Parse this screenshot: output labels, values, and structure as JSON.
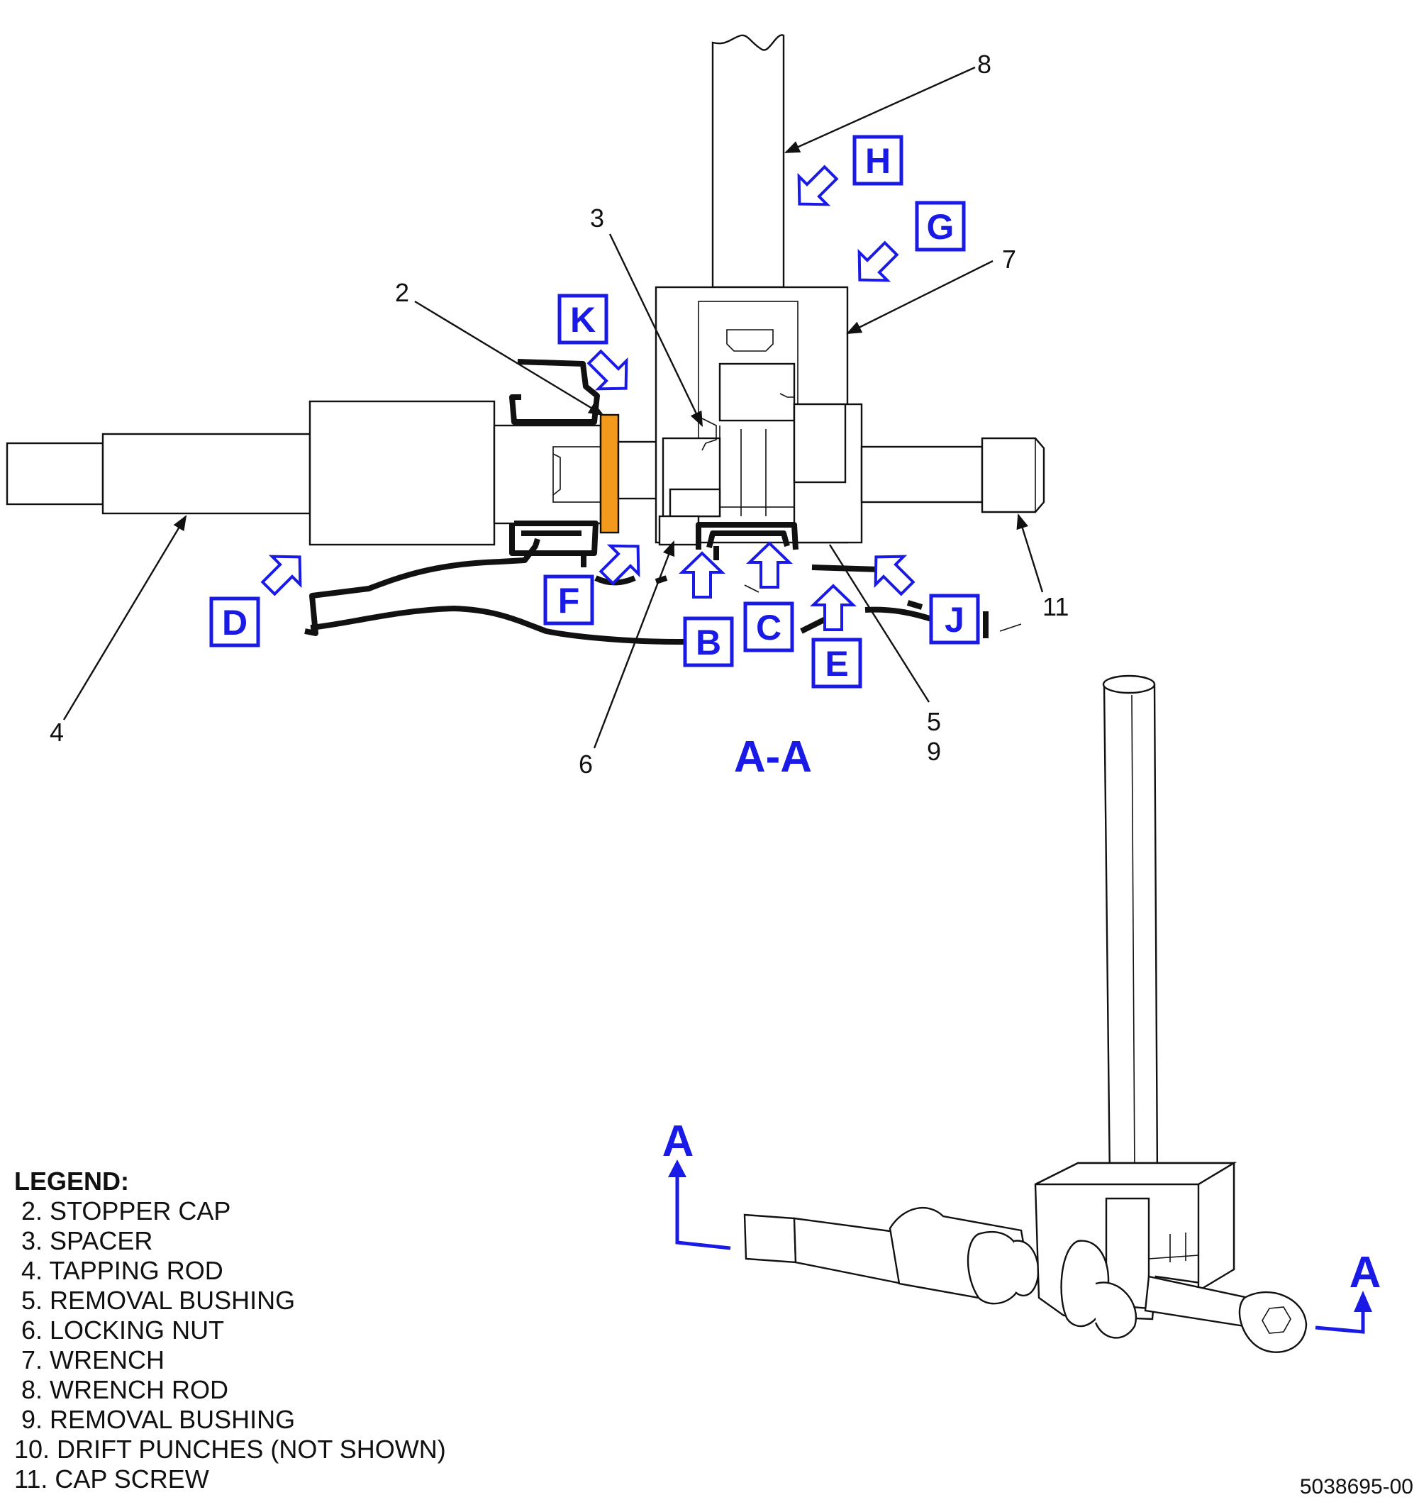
{
  "callouts": [
    "8",
    "3",
    "7",
    "2",
    "11",
    "4",
    "6",
    "5",
    "9"
  ],
  "view_labels": [
    "H",
    "G",
    "K",
    "D",
    "F",
    "B",
    "C",
    "E",
    "J"
  ],
  "section_label": "A-A",
  "section_markers": [
    "A",
    "A"
  ],
  "legend": {
    "title": "LEGEND:",
    "items": [
      " 2. STOPPER CAP",
      " 3. SPACER",
      " 4. TAPPING ROD",
      " 5. REMOVAL BUSHING",
      " 6. LOCKING NUT",
      " 7. WRENCH",
      " 8. WRENCH ROD",
      " 9. REMOVAL BUSHING",
      "10. DRIFT PUNCHES (NOT SHOWN)",
      "11. CAP SCREW"
    ]
  },
  "figure_id": "5038695-00",
  "colors": {
    "view_label": "#1a1ae6",
    "stopper_cap": "#f39a1c",
    "line": "#111111"
  }
}
